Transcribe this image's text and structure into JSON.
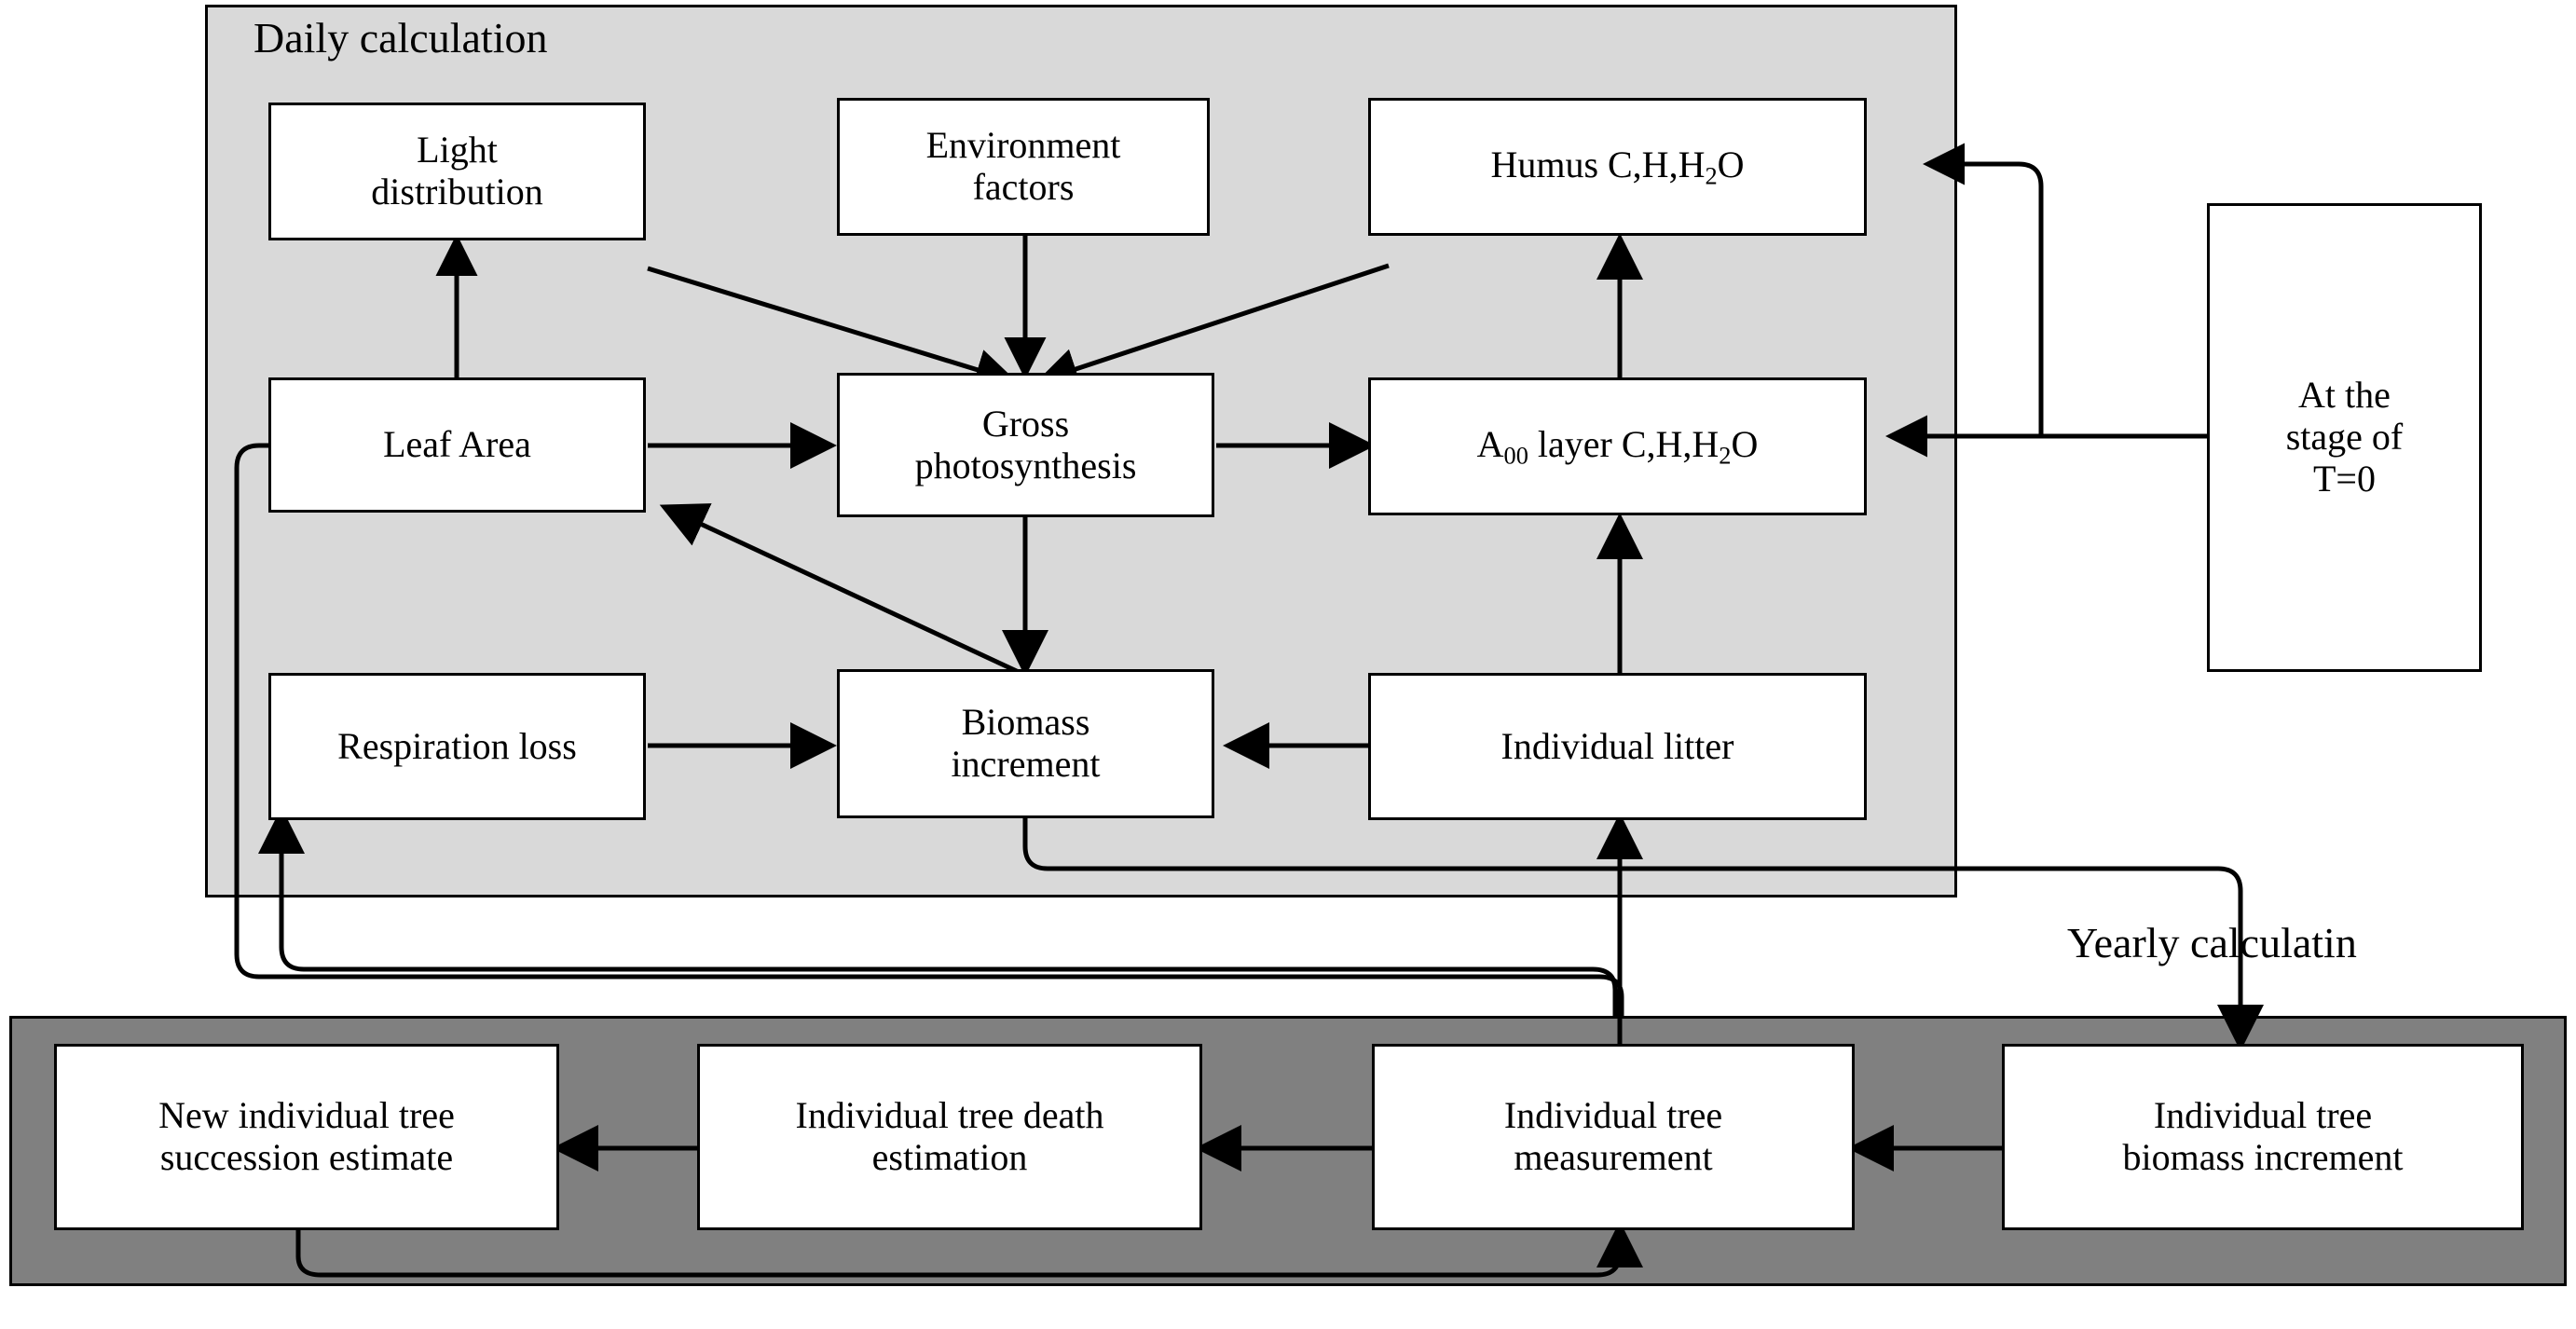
{
  "figure": {
    "type": "flow-diagram",
    "background": "#ffffff",
    "daily_panel": {
      "label": "Daily calculation",
      "fill": "#d9d9d9",
      "stroke": "#000000"
    },
    "yearly_panel": {
      "label": "Yearly calculatin",
      "fill": "#808080",
      "stroke": "#000000"
    }
  },
  "nodes": {
    "light_distribution": "Light\ndistribution",
    "light_distribution_l1": "Light",
    "light_distribution_l2": "distribution",
    "environment_factors_l1": "Environment",
    "environment_factors_l2": "factors",
    "humus_prefix": "Humus C,H,H",
    "humus_sub": "2",
    "humus_suffix": "O",
    "leaf_area": "Leaf Area",
    "gross_photosynthesis_l1": "Gross",
    "gross_photosynthesis_l2": "photosynthesis",
    "a00_prefix": "A",
    "a00_sub": "00",
    "a00_mid": " layer C,H,H",
    "a00_sub2": "2",
    "a00_suffix": "O",
    "respiration_loss": "Respiration loss",
    "biomass_increment_l1": "Biomass",
    "biomass_increment_l2": "increment",
    "individual_litter": "Individual litter",
    "at_stage_l1": "At the",
    "at_stage_l2": "stage of",
    "at_stage_l3": "T=0",
    "new_tree_succession_l1": "New individual tree",
    "new_tree_succession_l2": "succession estimate",
    "tree_death_l1": "Individual tree death",
    "tree_death_l2": "estimation",
    "tree_measurement_l1": "Individual tree",
    "tree_measurement_l2": "measurement",
    "tree_biomass_l1": "Individual tree",
    "tree_biomass_l2": "biomass increment"
  },
  "edges": [
    {
      "from": "leaf-area",
      "to": "light-distribution",
      "style": "straight-up"
    },
    {
      "from": "environment-factors",
      "to": "gross-photosynthesis",
      "style": "straight-down"
    },
    {
      "from": "light-distribution-region",
      "to": "gross-photosynthesis",
      "style": "diagonal"
    },
    {
      "from": "humus-region",
      "to": "gross-photosynthesis",
      "style": "diagonal"
    },
    {
      "from": "leaf-area",
      "to": "gross-photosynthesis",
      "style": "straight-right"
    },
    {
      "from": "gross-photosynthesis",
      "to": "a00-layer",
      "style": "straight-right"
    },
    {
      "from": "gross-photosynthesis",
      "to": "biomass-increment",
      "style": "straight-down"
    },
    {
      "from": "biomass-increment",
      "to": "leaf-area",
      "style": "diagonal-up-left"
    },
    {
      "from": "respiration-loss",
      "to": "biomass-increment",
      "style": "straight-right"
    },
    {
      "from": "individual-litter",
      "to": "biomass-increment",
      "style": "straight-left"
    },
    {
      "from": "individual-litter",
      "to": "a00-layer",
      "style": "straight-up"
    },
    {
      "from": "a00-layer",
      "to": "humus",
      "style": "straight-up"
    },
    {
      "from": "at-stage-of-t0",
      "to": "a00-layer",
      "style": "elbow-left"
    },
    {
      "from": "at-stage-of-t0",
      "to": "humus",
      "style": "elbow-up-left"
    },
    {
      "from": "biomass-increment",
      "to": "individual-tree-biomass-increment",
      "style": "elbow-right-down"
    },
    {
      "from": "individual-tree-biomass-increment",
      "to": "individual-tree-measurement",
      "style": "straight-left"
    },
    {
      "from": "individual-tree-measurement",
      "to": "individual-tree-death-estimation",
      "style": "straight-left"
    },
    {
      "from": "individual-tree-death-estimation",
      "to": "new-individual-tree-succession-estimate",
      "style": "straight-left"
    },
    {
      "from": "new-individual-tree-succession-estimate",
      "to": "individual-tree-measurement",
      "style": "elbow-bottom-loop"
    },
    {
      "from": "individual-tree-measurement",
      "to": "individual-litter",
      "style": "straight-up-long"
    },
    {
      "from": "individual-tree-measurement-region",
      "to": "leaf-area",
      "style": "elbow-left-loop"
    },
    {
      "from": "individual-tree-measurement-region",
      "to": "respiration-loss",
      "style": "elbow-left-loop-2"
    }
  ]
}
